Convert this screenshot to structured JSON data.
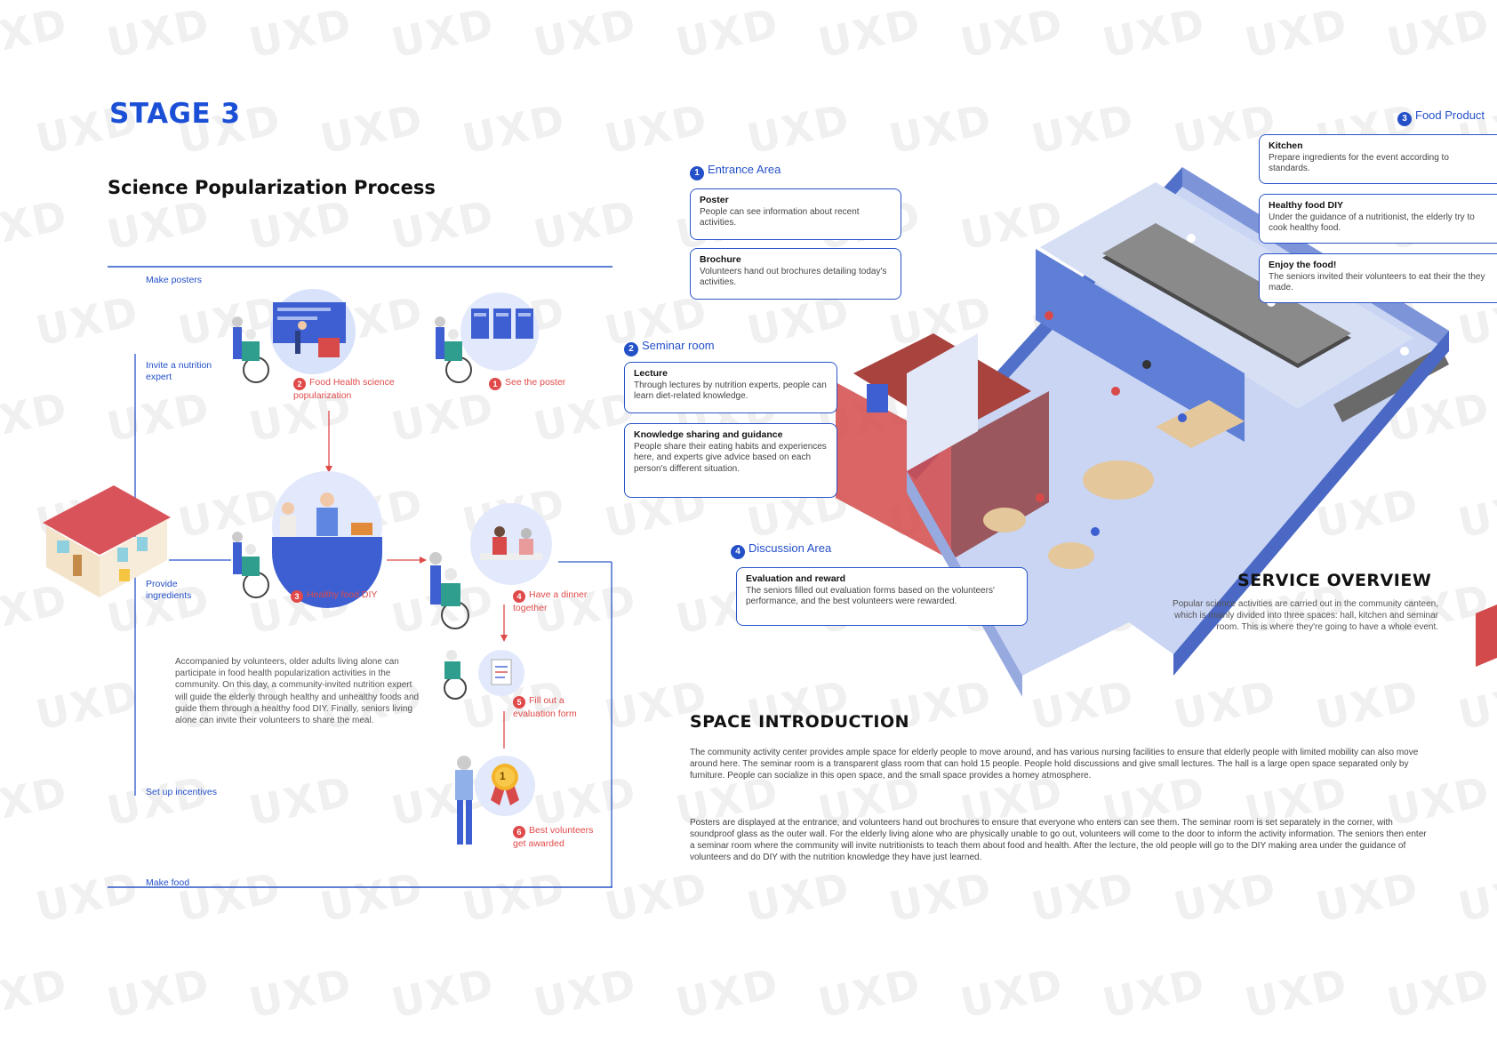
{
  "stage": {
    "title": "STAGE 3"
  },
  "process": {
    "title": "Science Popularization Process",
    "edges": {
      "make_posters": "Make posters",
      "invite_expert": "Invite a nutrition expert",
      "provide_ingredients": "Provide ingredients",
      "set_up_incentives": "Set up incentives",
      "make_food": "Make food"
    },
    "steps": [
      {
        "num": "1",
        "label": "See the poster"
      },
      {
        "num": "2",
        "label": "Food Health science popularization"
      },
      {
        "num": "3",
        "label": "Healthy food DIY"
      },
      {
        "num": "4",
        "label": "Have a dinner together"
      },
      {
        "num": "5",
        "label": "Fill out a evaluation form"
      },
      {
        "num": "6",
        "label": "Best volunteers get awarded"
      }
    ],
    "paragraph": "Accompanied by volunteers, older adults living alone can participate in food health popularization activities in the community. On this day, a community-invited nutrition expert will guide the elderly through healthy and unhealthy foods and guide them through a healthy food DIY. Finally, seniors living alone can invite their volunteers to share the meal.",
    "medal_text": "1"
  },
  "areas": {
    "entrance": {
      "num": "1",
      "title": "Entrance Area",
      "items": [
        {
          "title": "Poster",
          "text": "People can see information about recent activities."
        },
        {
          "title": "Brochure",
          "text": "Volunteers hand out brochures detailing today's activities."
        }
      ]
    },
    "seminar": {
      "num": "2",
      "title": "Seminar room",
      "items": [
        {
          "title": "Lecture",
          "text": "Through lectures by nutrition experts, people can learn diet-related knowledge."
        },
        {
          "title": "Knowledge sharing and guidance",
          "text": "People share their eating habits and experiences here, and experts give advice based on each person's different situation."
        }
      ]
    },
    "food": {
      "num": "3",
      "title": "Food Product",
      "items": [
        {
          "title": "Kitchen",
          "text": "Prepare ingredients for the event according to standards."
        },
        {
          "title": "Healthy food DIY",
          "text": "Under the guidance of a nutritionist, the elderly try to cook healthy food."
        },
        {
          "title": "Enjoy the food!",
          "text": "The seniors invited their volunteers to eat their the they made."
        }
      ]
    },
    "discussion": {
      "num": "4",
      "title": "Discussion Area",
      "items": [
        {
          "title": "Evaluation and reward",
          "text": "The seniors filled out evaluation forms based on the volunteers' performance, and the best volunteers were rewarded."
        }
      ]
    }
  },
  "service_overview": {
    "title": "SERVICE OVERVIEW",
    "text": "Popular science activities are carried out in the community canteen, which is mainly divided into three spaces: hall, kitchen and seminar room. This is where they're going to have a whole event."
  },
  "space_introduction": {
    "title": "SPACE INTRODUCTION",
    "paragraph1": "The community activity center provides ample space for elderly people to move around, and has various nursing facilities to ensure that elderly people with limited mobility can also move around here. The seminar room is a transparent glass room that can hold 15 people. People hold discussions and give small lectures. The hall is a large open space separated only by furniture. People can socialize in this open space, and the small space provides a homey atmosphere.",
    "paragraph2": "Posters are displayed at the entrance, and volunteers hand out brochures to ensure that everyone who enters can see them. The seminar room is set separately in the corner, with soundproof glass as the outer wall. For the elderly living alone who are physically unable to go out, volunteers will come to the door to inform the activity information. The seniors then enter a seminar room where the community will invite nutritionists to teach them about food and health. After the lecture, the old people will go to the DIY making area under the guidance of volunteers and do DIY with the nutrition knowledge they have just learned."
  },
  "watermark": "UXD",
  "colors": {
    "accent_blue": "#1a4fd6",
    "line_blue": "#2a55c9",
    "accent_red": "#e04a4a",
    "floor_blue": "#c9d5f3",
    "wall_blue": "#5170c9"
  }
}
